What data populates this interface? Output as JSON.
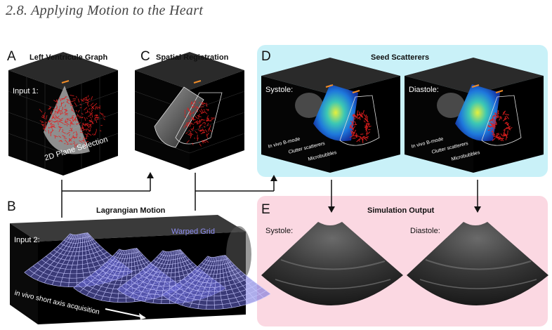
{
  "section_heading": "2.8.  Applying Motion to the Heart",
  "panels": {
    "a": {
      "letter": "A",
      "title": "Left Ventricule Graph",
      "input_label": "Input 1:",
      "plane_label": "2D Plane Selection"
    },
    "b": {
      "letter": "B",
      "title": "Lagrangian Motion",
      "input_label": "Input 2:",
      "grid_label": "Warped Grid",
      "acquisition_label": "in vivo short axis acquisition"
    },
    "c": {
      "letter": "C",
      "title": "Spatial Registration"
    },
    "d": {
      "letter": "D",
      "title": "Seed Scatterers",
      "systole": {
        "phase_label": "Systole:",
        "bmode_label": "In vivo B-mode",
        "clutter_label": "Clutter scatterers",
        "microbubble_label": "Microbubbles"
      },
      "diastole": {
        "phase_label": "Diastole:",
        "bmode_label": "In vivo B-mode",
        "clutter_label": "Clutter scatterers",
        "microbubble_label": "Microbubbles"
      }
    },
    "e": {
      "letter": "E",
      "title": "Simulation Output",
      "systole_label": "Systole:",
      "diastole_label": "Diastole:"
    }
  },
  "colors": {
    "panel_d_bg": "#c9f1f8",
    "panel_e_bg": "#fbd8e2",
    "scatter_red": "#e41e1e",
    "grid_purple": "#8c8cf0",
    "probe_orange": "#f08c28"
  }
}
